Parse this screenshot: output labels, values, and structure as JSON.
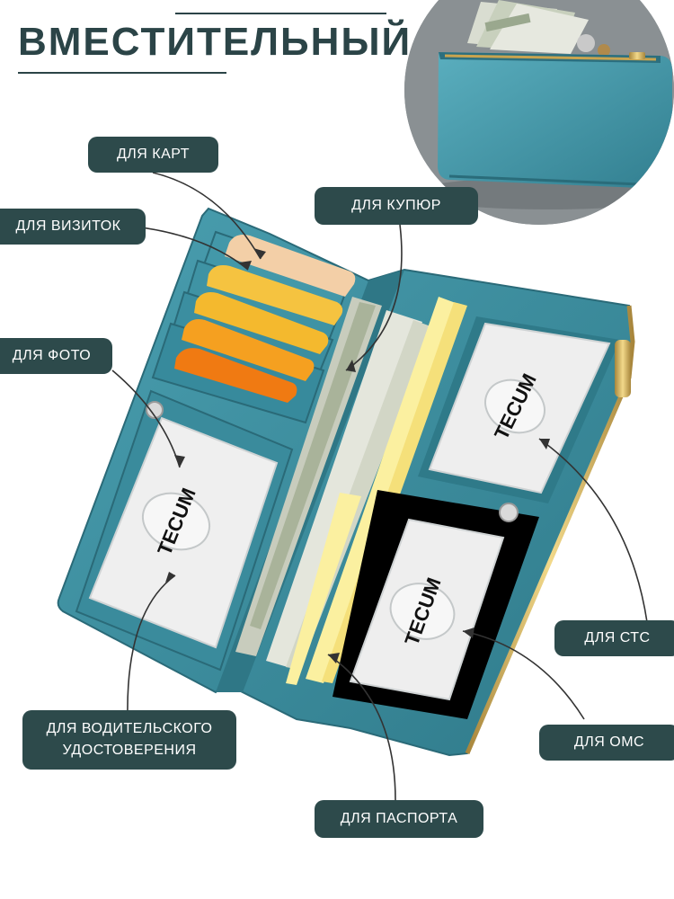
{
  "title": "ВМЕСТИТЕЛЬНЫЙ",
  "brand": "TECUM",
  "colors": {
    "label_bg": "#2d4a4b",
    "wallet": "#3d8fa0",
    "wallet_dark": "#2f7686",
    "title": "#2b4447"
  },
  "labels": {
    "cards": "ДЛЯ КАРТ",
    "business_cards": "ДЛЯ ВИЗИТОК",
    "bills": "ДЛЯ КУПЮР",
    "photo": "ДЛЯ ФОТО",
    "sts": "ДЛЯ СТС",
    "oms": "ДЛЯ ОМС",
    "license_line1": "ДЛЯ ВОДИТЕЛЬСКОГО",
    "license_line2": "УДОСТОВЕРЕНИЯ",
    "passport": "ДЛЯ ПАСПОРТА"
  }
}
